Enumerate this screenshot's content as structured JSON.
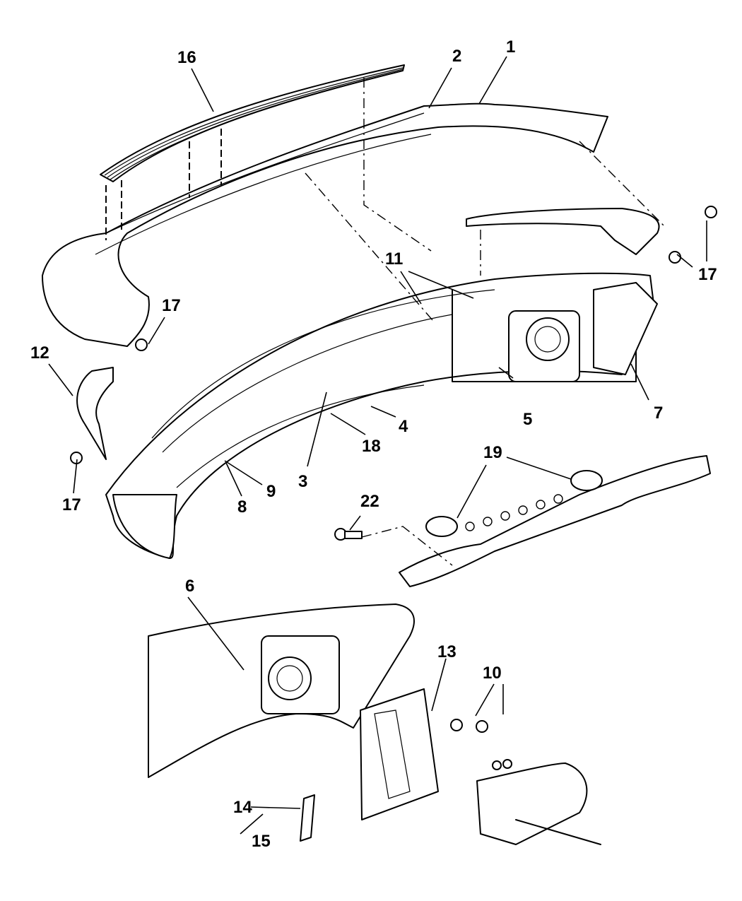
{
  "diagram": {
    "type": "exploded-parts-diagram",
    "callouts": [
      {
        "id": "c1",
        "label": "1"
      },
      {
        "id": "c2",
        "label": "2"
      },
      {
        "id": "c3",
        "label": "3"
      },
      {
        "id": "c4",
        "label": "4"
      },
      {
        "id": "c5",
        "label": "5"
      },
      {
        "id": "c6",
        "label": "6"
      },
      {
        "id": "c7",
        "label": "7"
      },
      {
        "id": "c8",
        "label": "8"
      },
      {
        "id": "c9",
        "label": "9"
      },
      {
        "id": "c10",
        "label": "10"
      },
      {
        "id": "c11",
        "label": "11"
      },
      {
        "id": "c12",
        "label": "12"
      },
      {
        "id": "c13",
        "label": "13"
      },
      {
        "id": "c14",
        "label": "14"
      },
      {
        "id": "c15",
        "label": "15"
      },
      {
        "id": "c16",
        "label": "16"
      },
      {
        "id": "c17a",
        "label": "17"
      },
      {
        "id": "c17b",
        "label": "17"
      },
      {
        "id": "c17c",
        "label": "17"
      },
      {
        "id": "c18",
        "label": "18"
      },
      {
        "id": "c19",
        "label": "19"
      },
      {
        "id": "c22",
        "label": "22"
      }
    ],
    "colors": {
      "line": "#000000",
      "background": "#ffffff"
    }
  }
}
